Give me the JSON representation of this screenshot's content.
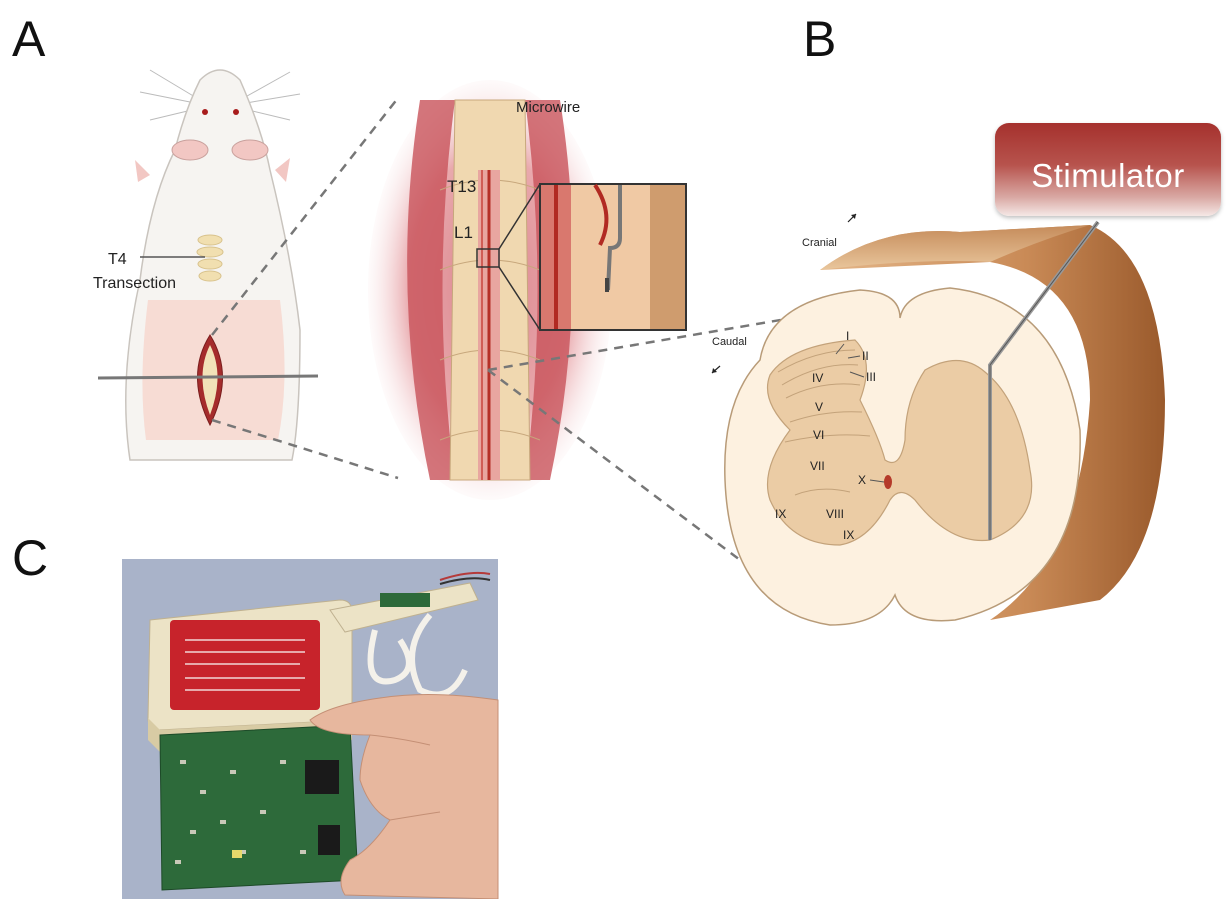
{
  "panels": {
    "a": "A",
    "b": "B",
    "c": "C"
  },
  "panel_a": {
    "t4_label": "T4",
    "transection_label": "Transection",
    "microwire_label": "Microwire",
    "t13_label": "T13",
    "l1_label": "L1"
  },
  "panel_b": {
    "stimulator_label": "Stimulator",
    "cranial_label": "Cranial",
    "caudal_label": "Caudal",
    "laminae": [
      "I",
      "II",
      "III",
      "IV",
      "V",
      "VI",
      "VII",
      "VIII",
      "IX",
      "IX",
      "X"
    ]
  },
  "colors": {
    "stimulator_red": "#a5312d",
    "spinal_cord_tan": "#e8c9a0",
    "white_matter": "#fdf1e0",
    "dashed_lines": "#777777",
    "photo_background": "#a9b3c9",
    "pcb_green": "#2d6a3a"
  }
}
